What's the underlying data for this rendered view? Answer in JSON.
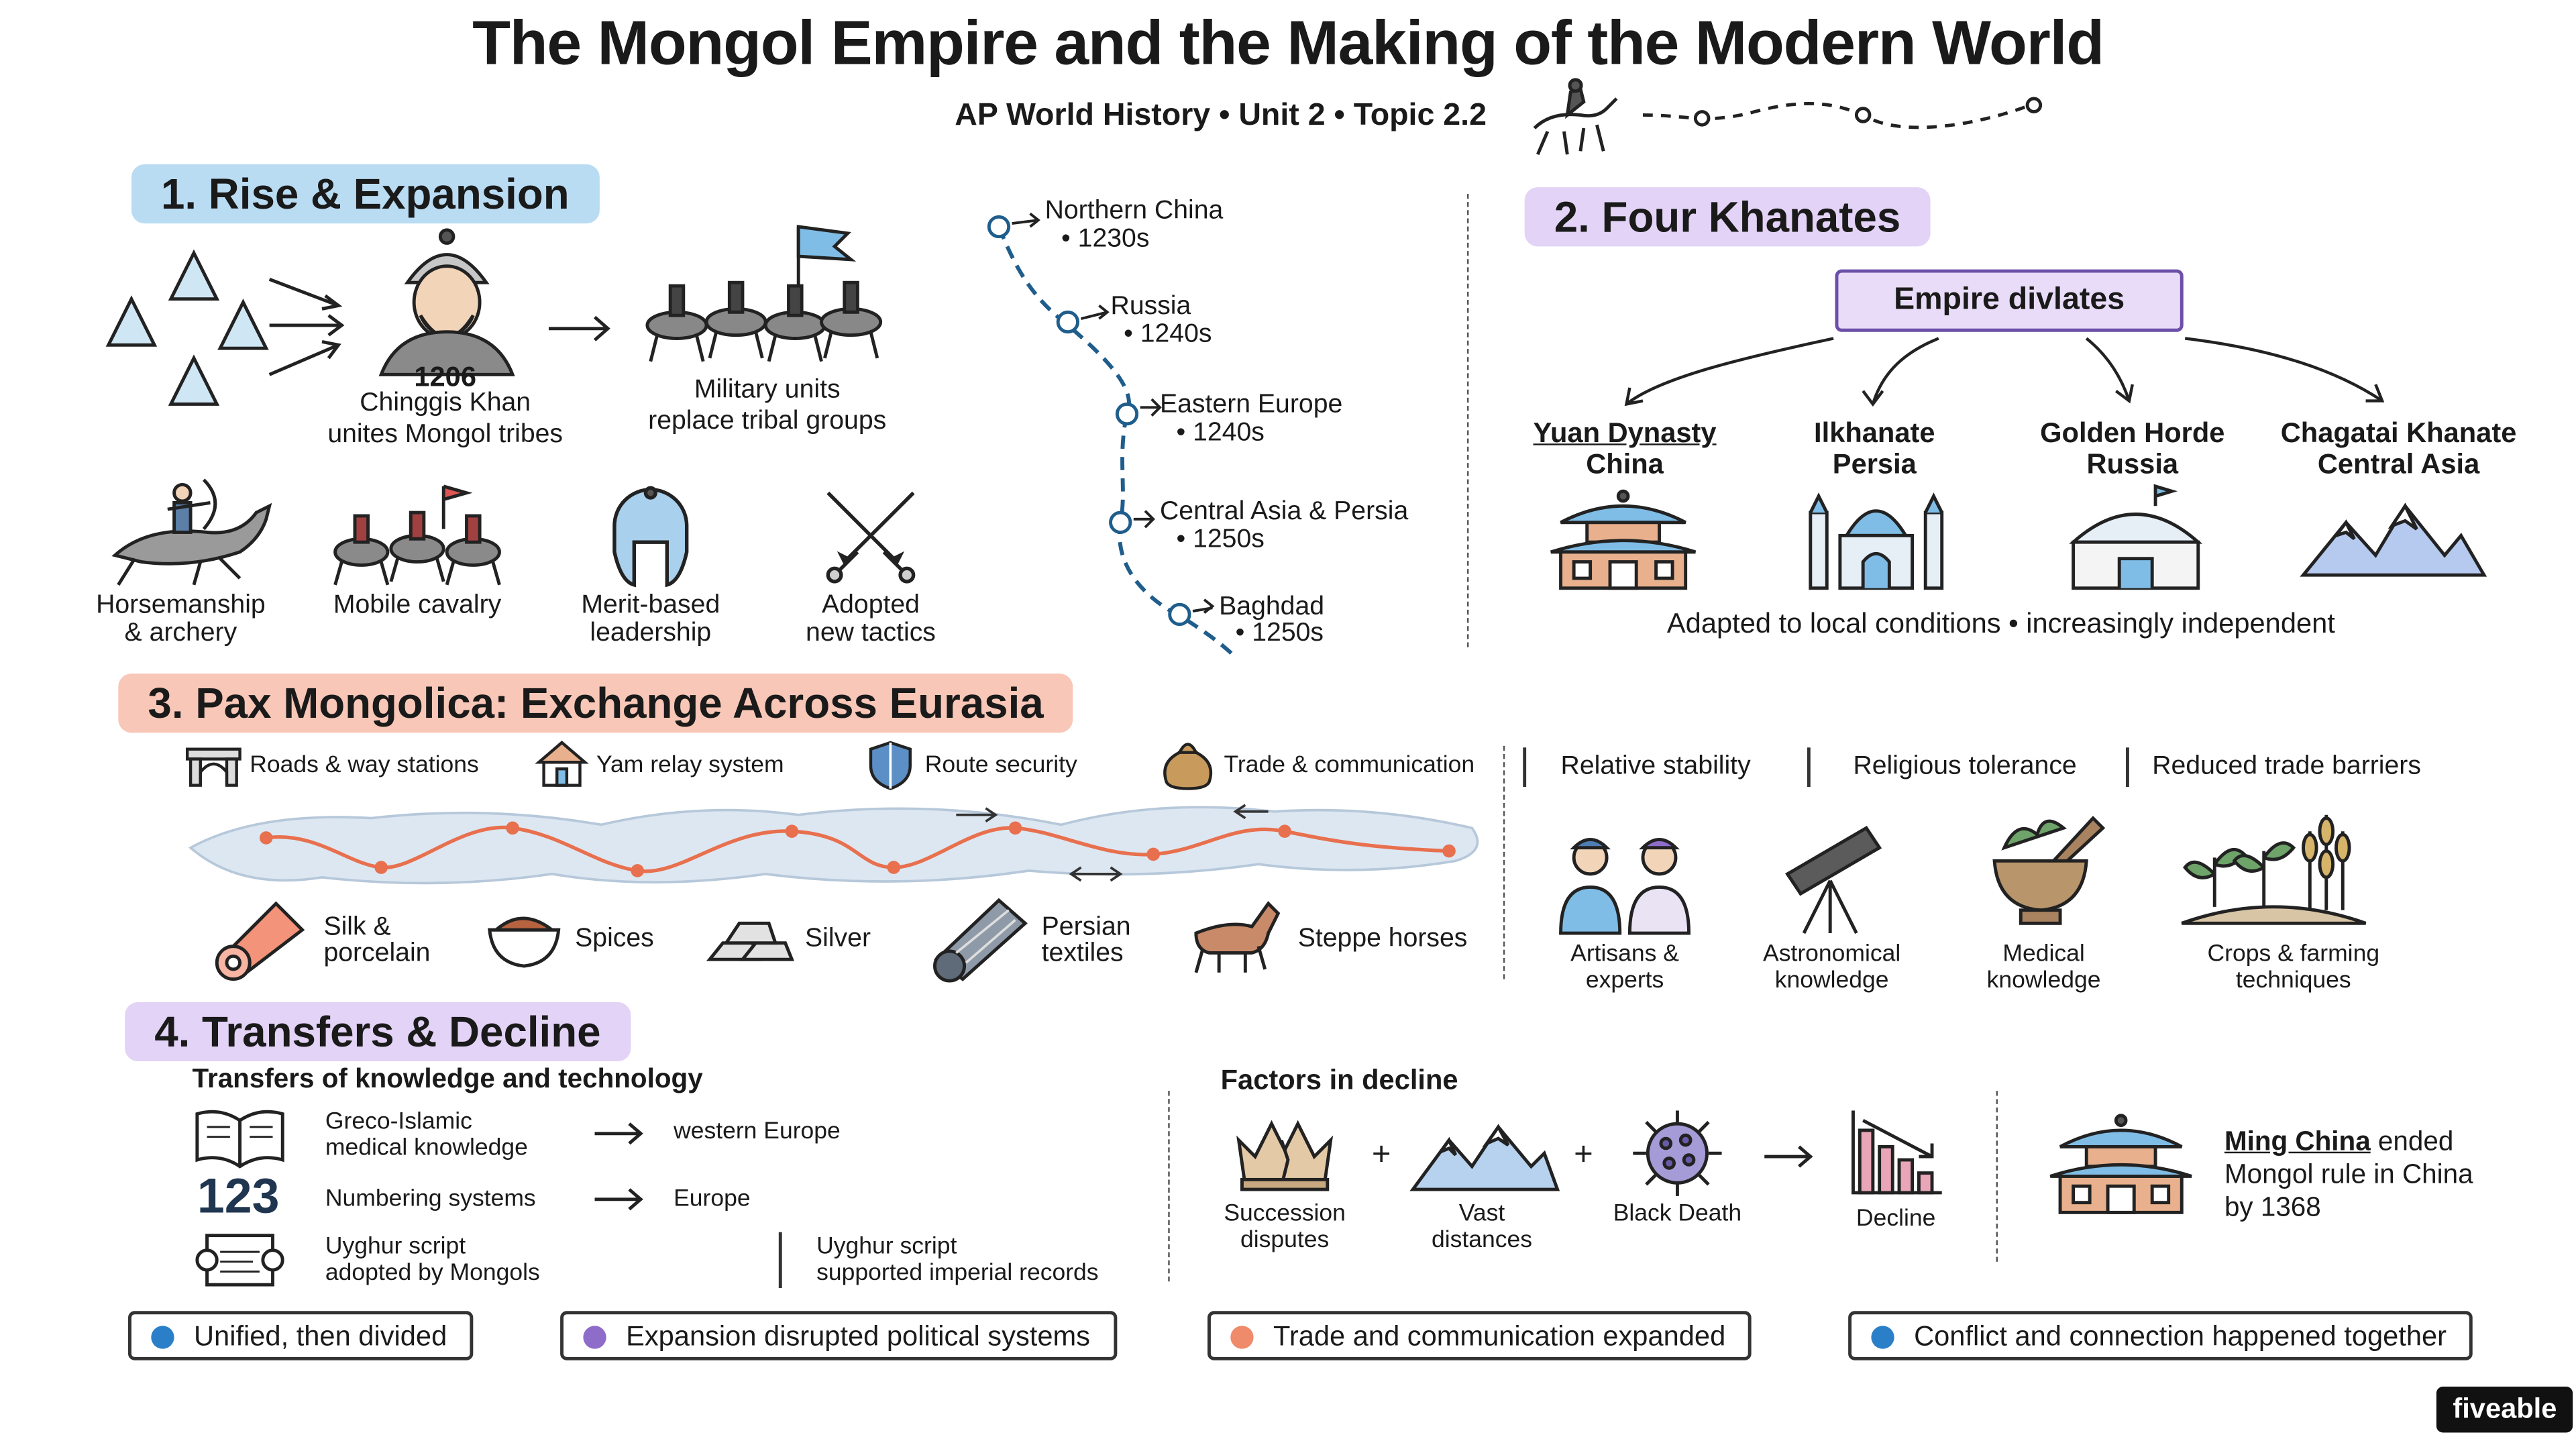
{
  "header": {
    "title": "The Mongol Empire and the Making of the Modern World",
    "subtitle": "AP World History • Unit 2 • Topic 2.2"
  },
  "colors": {
    "blue_highlight": "#b9dcf3",
    "purple_highlight": "#e3d3f6",
    "salmon_highlight": "#f8c7b7",
    "route": "#e8704e",
    "dot_blue": "#2b7fc9",
    "dot_purple": "#8e6cc9",
    "dot_salmon": "#ef8a6a"
  },
  "rise": {
    "heading": "1. Rise & Expansion",
    "year": "1206",
    "unify_label_1": "Chinggis Khan",
    "unify_label_2": "unites Mongol tribes",
    "military_1": "Military units",
    "military_2": "replace tribal groups",
    "features": [
      {
        "l1": "Horsemanship",
        "l2": "& archery",
        "icon": "archer-icon"
      },
      {
        "l1": "Mobile cavalry",
        "l2": "",
        "icon": "cavalry-icon"
      },
      {
        "l1": "Merit-based",
        "l2": "leadership",
        "icon": "helmet-icon"
      },
      {
        "l1": "Adopted",
        "l2": "new tactics",
        "icon": "crossed-swords-icon"
      }
    ],
    "conquests": [
      {
        "place": "Northern China",
        "date": "• 1230s"
      },
      {
        "place": "Russia",
        "date": "• 1240s"
      },
      {
        "place": "Eastern Europe",
        "date": "• 1240s"
      },
      {
        "place": "Central Asia & Persia",
        "date": "• 1250s"
      },
      {
        "place": "Baghdad",
        "date": "• 1250s"
      }
    ]
  },
  "khanates": {
    "heading": "2. Four Khanates",
    "root": "Empire divlates",
    "items": [
      {
        "name": "Yuan Dynasty",
        "region": "China",
        "icon": "pagoda-icon"
      },
      {
        "name": "Ilkhanate",
        "region": "Persia",
        "icon": "mosque-icon"
      },
      {
        "name": "Golden Horde",
        "region": "Russia",
        "icon": "yurt-icon"
      },
      {
        "name": "Chagatai Khanate",
        "region": "Central Asia",
        "icon": "mountains-icon"
      }
    ],
    "note": "Adapted to local conditions  •  increasingly independent"
  },
  "pax": {
    "heading": "3. Pax Mongolica: Exchange Across Eurasia",
    "infrastructure": [
      {
        "label": "Roads & way stations",
        "icon": "gate-icon"
      },
      {
        "label": "Yam relay system",
        "icon": "relay-house-icon"
      },
      {
        "label": "Route security",
        "icon": "shield-icon"
      },
      {
        "label": "Trade & communication",
        "icon": "money-bag-icon"
      }
    ],
    "goods": [
      {
        "l1": "Silk &",
        "l2": "porcelain",
        "icon": "silk-roll-icon"
      },
      {
        "l1": "Spices",
        "l2": "",
        "icon": "spice-bowl-icon"
      },
      {
        "l1": "Silver",
        "l2": "",
        "icon": "silver-ingots-icon"
      },
      {
        "l1": "Persian",
        "l2": "textiles",
        "icon": "carpet-icon"
      },
      {
        "l1": "Steppe horses",
        "l2": "",
        "icon": "horse-icon"
      }
    ],
    "conditions": [
      "Relative stability",
      "Religious tolerance",
      "Reduced trade barriers"
    ],
    "exchanges": [
      {
        "l1": "Artisans &",
        "l2": "experts",
        "icon": "artisans-icon"
      },
      {
        "l1": "Astronomical",
        "l2": "knowledge",
        "icon": "telescope-icon"
      },
      {
        "l1": "Medical",
        "l2": "knowledge",
        "icon": "mortar-pestle-icon"
      },
      {
        "l1": "Crops & farming",
        "l2": "techniques",
        "icon": "crops-icon"
      }
    ]
  },
  "transfers": {
    "heading": "4. Transfers & Decline",
    "subheading": "Transfers of knowledge and technology",
    "rows": [
      {
        "l1": "Greco-Islamic",
        "l2": "medical knowledge",
        "dest": "western Europe",
        "icon": "book-icon"
      },
      {
        "l1": "Numbering systems",
        "l2": "",
        "dest": "Europe",
        "icon": "numbers-icon"
      },
      {
        "l1": "Uyghur script",
        "l2": "adopted by Mongols",
        "dest": "",
        "icon": "scroll-icon"
      }
    ],
    "script_note_1": "Uyghur script",
    "script_note_2": "supported imperial records",
    "numbers_glyph": "123",
    "decline_heading": "Factors in decline",
    "factors": [
      {
        "l1": "Succession",
        "l2": "disputes",
        "icon": "broken-crown-icon"
      },
      {
        "l1": "Vast",
        "l2": "distances",
        "icon": "mountains-icon"
      },
      {
        "l1": "Black Death",
        "l2": "",
        "icon": "virus-icon"
      }
    ],
    "result": "Decline",
    "ming_1": "Ming China",
    "ming_1b": "ended",
    "ming_2": "Mongol rule in China",
    "ming_3": "by 1368"
  },
  "themes": [
    {
      "label": "Unified, then divided",
      "color": "#2b7fc9"
    },
    {
      "label": "Expansion disrupted political systems",
      "color": "#8e6cc9"
    },
    {
      "label": "Trade and communication expanded",
      "color": "#ef8a6a"
    },
    {
      "label": "Conflict and connection happened together",
      "color": "#2b7fc9"
    }
  ],
  "brand": "fiveable"
}
